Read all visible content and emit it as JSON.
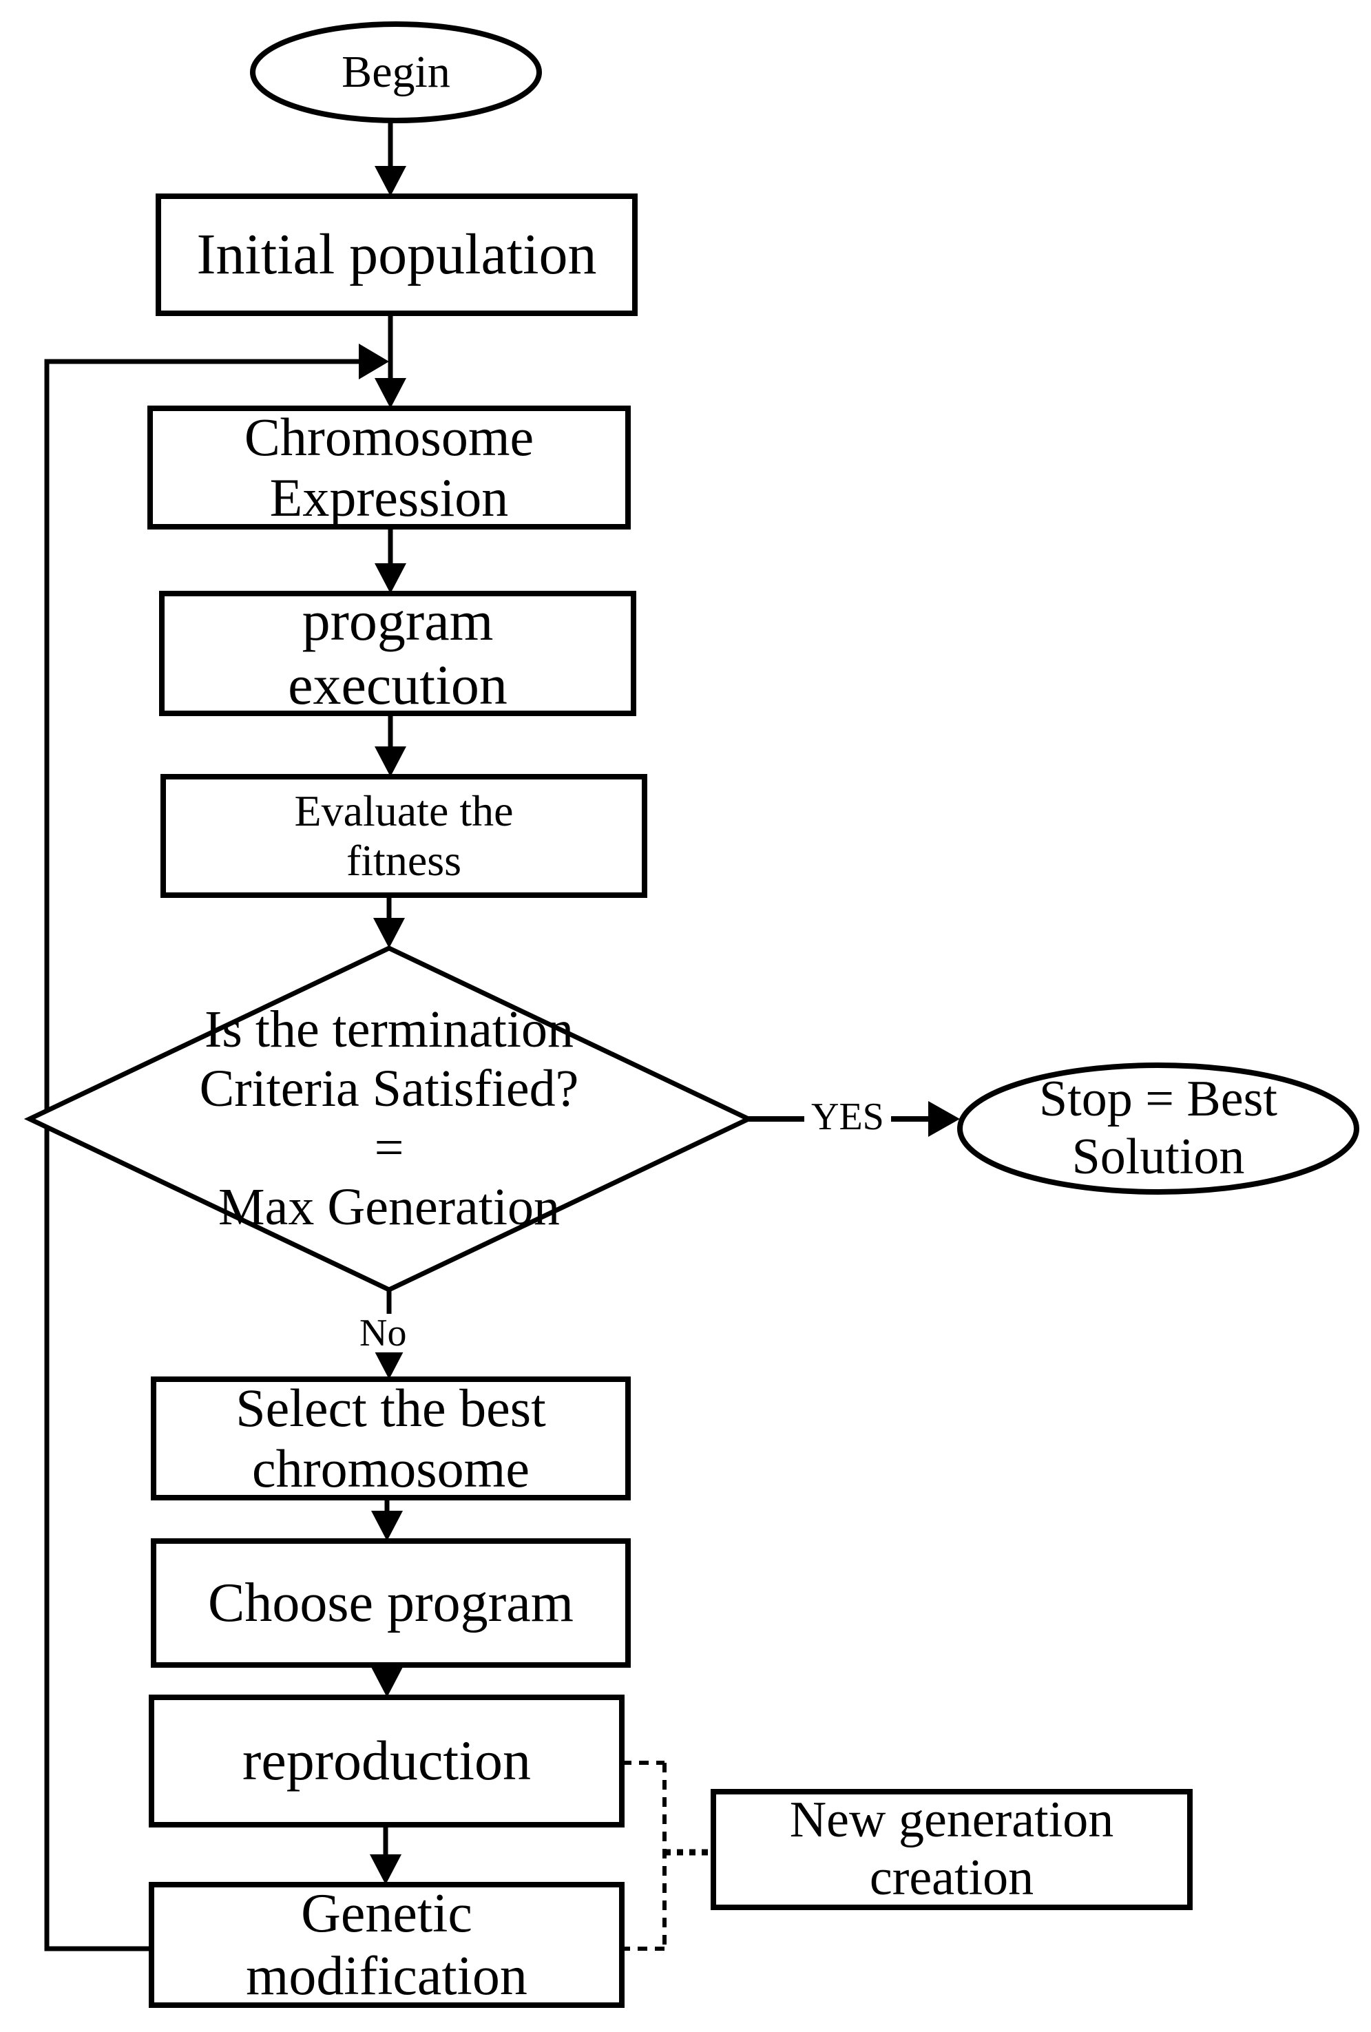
{
  "diagram": {
    "title": "Gene expression programming flowchart",
    "background_color": "#ffffff",
    "ink_color": "#000000"
  },
  "nodes": {
    "begin": {
      "shape": "ellipse",
      "label": "Begin"
    },
    "initial_population": {
      "shape": "rect",
      "label": "Initial population"
    },
    "chromosome_expression": {
      "shape": "rect",
      "label": "Chromosome\nExpression"
    },
    "program_execution": {
      "shape": "rect",
      "label": "program\nexecution"
    },
    "evaluate_fitness": {
      "shape": "rect",
      "label": "Evaluate the\nfitness"
    },
    "termination_decision": {
      "shape": "diamond",
      "label": "Is the termination\nCriteria Satisfied? =\nMax Generation"
    },
    "stop": {
      "shape": "ellipse",
      "label": "Stop = Best\nSolution"
    },
    "select_best": {
      "shape": "rect",
      "label": "Select the best\nchromosome"
    },
    "choose_program": {
      "shape": "rect",
      "label": "Choose program"
    },
    "reproduction": {
      "shape": "rect",
      "label": "reproduction"
    },
    "genetic_modification": {
      "shape": "rect",
      "label": "Genetic\nmodification"
    },
    "new_generation": {
      "shape": "rect",
      "label": "New generation\ncreation"
    }
  },
  "edge_labels": {
    "yes": "YES",
    "no": "No"
  }
}
